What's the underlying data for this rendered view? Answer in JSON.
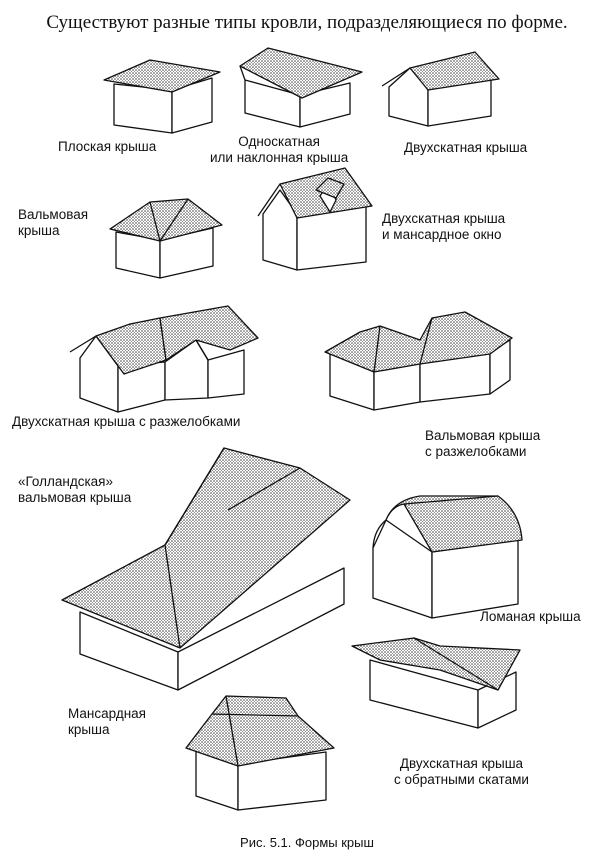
{
  "title": "Существуют разные типы кровли, подразделяющиеся по форме.",
  "labels": {
    "flat": [
      "Плоская крыша"
    ],
    "shed": [
      "Односкатная",
      "или наклонная крыша"
    ],
    "gable": [
      "Двухскатная крыша"
    ],
    "hip": [
      "Вальмовая",
      "крыша"
    ],
    "gable_dormer": [
      "Двухскатная крыша",
      "и мансардное окно"
    ],
    "gable_valleys": [
      "Двухскатная крыша с разжелобками"
    ],
    "hip_valleys": [
      "Вальмовая крыша",
      "с разжелобками"
    ],
    "dutch_hip": [
      "«Голландская»",
      "вальмовая крыша"
    ],
    "gambrel": [
      "Ломаная крыша"
    ],
    "mansard": [
      "Мансардная",
      "крыша"
    ],
    "butterfly": [
      "Двухскатная крыша",
      "с обратными скатами"
    ]
  },
  "caption": "Рис. 5.1. Формы крыш"
}
